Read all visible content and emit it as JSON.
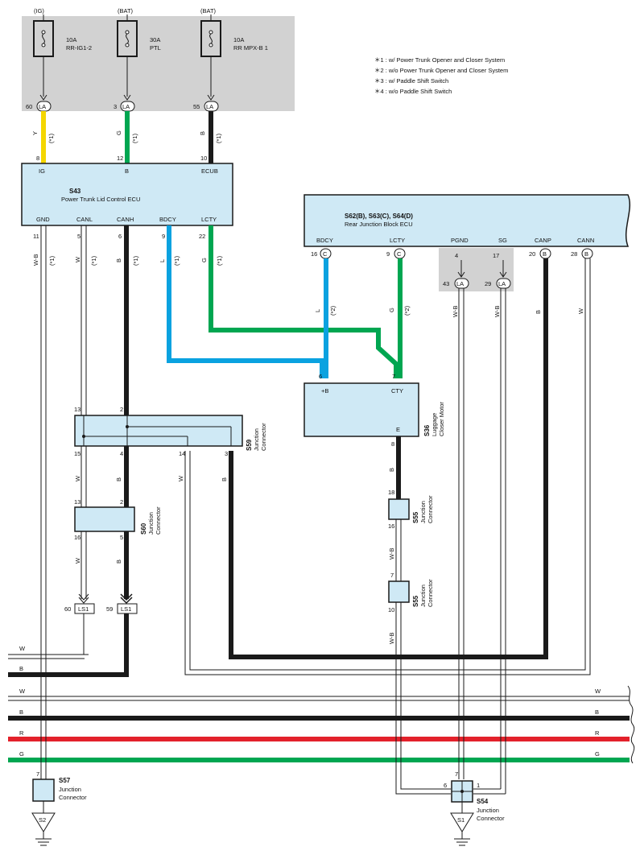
{
  "colors": {
    "yellow": "#f4d600",
    "green": "#00a651",
    "black": "#1a1a1a",
    "blue": "#0aa2e0",
    "red": "#e3212b",
    "box_fill": "#cfe9f5",
    "gray_area": "#d2d2d2"
  },
  "icons": [
    "fuse-icon",
    "ground-icon",
    "connector-arrow-icon"
  ],
  "fuses": [
    {
      "source": "(IG)",
      "rating": "10A",
      "name": "RR-IG1-2",
      "pin": "60",
      "conn": "LA",
      "wire": "Y",
      "note": "(*1)",
      "ecu_pin": "8"
    },
    {
      "source": "(BAT)",
      "rating": "30A",
      "name": "PTL",
      "pin": "3",
      "conn": "LA",
      "wire": "G",
      "note": "(*1)",
      "ecu_pin": "12"
    },
    {
      "source": "(BAT)",
      "rating": "10A",
      "name": "RR MPX-B 1",
      "pin": "55",
      "conn": "LA",
      "wire": "B",
      "note": "(*1)",
      "ecu_pin": "10"
    }
  ],
  "notes": [
    "＊1 : w/ Power Trunk Opener and Closer System",
    "＊2 : w/o Power Trunk Opener and Closer System",
    "＊3 : w/ Paddle Shift Switch",
    "＊4 : w/o Paddle Shift Switch"
  ],
  "s43": {
    "id": "S43",
    "name": "Power Trunk Lid Control ECU",
    "top_terms": [
      "IG",
      "B",
      "ECUB"
    ],
    "bottom_terms": [
      "GND",
      "CANL",
      "CANH",
      "BDCY",
      "LCTY"
    ],
    "bottom_pins": [
      "11",
      "5",
      "6",
      "9",
      "22"
    ],
    "bottom_wires": [
      "W-B",
      "W",
      "B",
      "L",
      "G"
    ],
    "bottom_notes": [
      "(*1)",
      "(*1)",
      "(*1)",
      "(*1)",
      "(*1)"
    ]
  },
  "s62": {
    "id": "S62(B), S63(C), S64(D)",
    "name": "Rear Junction Block ECU",
    "terms": [
      "BDCY",
      "LCTY",
      "PGND",
      "SG",
      "CANP",
      "CANN"
    ],
    "pins": [
      "16",
      "9",
      "4",
      "17",
      "20",
      "28"
    ],
    "conns": [
      "C",
      "C",
      "",
      "",
      "B",
      "B"
    ],
    "la_pins": [
      "43",
      "29"
    ],
    "la_conn": "LA",
    "wires": [
      "L",
      "G",
      "W-B",
      "W-B",
      "B",
      "W"
    ],
    "wire_notes": [
      "(*2)",
      "(*2)"
    ]
  },
  "s36": {
    "id": "S36",
    "name1": "Luggage",
    "name2": "Closer Motor",
    "terms": [
      "+B",
      "CTY",
      "E"
    ],
    "pins": [
      "6",
      "7",
      "8"
    ],
    "wire_out": "B"
  },
  "s59": {
    "id": "S59",
    "name1": "Junction",
    "name2": "Connector",
    "top_pins": [
      "13",
      "2"
    ],
    "bottom_pins": [
      "15",
      "4",
      "14",
      "3"
    ],
    "wires": [
      "W",
      "B",
      "W",
      "B"
    ]
  },
  "s60": {
    "id": "S60",
    "name1": "Junction",
    "name2": "Connector",
    "top_pins": [
      "13",
      "2"
    ],
    "bottom_pins": [
      "16",
      "5"
    ],
    "wires": [
      "W",
      "B"
    ]
  },
  "ls1": [
    {
      "pin": "60",
      "conn": "LS1"
    },
    {
      "pin": "59",
      "conn": "LS1"
    }
  ],
  "s55a": {
    "id": "S55",
    "name1": "Junction",
    "name2": "Connector",
    "top": "18",
    "bottom": "16",
    "wire": "W-B"
  },
  "s55b": {
    "id": "S55",
    "name1": "Junction",
    "name2": "Connector",
    "top": "7",
    "bottom": "10",
    "wire": "W-B"
  },
  "s57": {
    "id": "S57",
    "name1": "Junction",
    "name2": "Connector",
    "pin": "7",
    "ground": "S2"
  },
  "s54": {
    "id": "S54",
    "name1": "Junction",
    "name2": "Connector",
    "pins": [
      "7",
      "6",
      "1"
    ],
    "ground": "S1"
  },
  "buses": [
    "W",
    "B",
    "W",
    "B",
    "R",
    "G"
  ]
}
